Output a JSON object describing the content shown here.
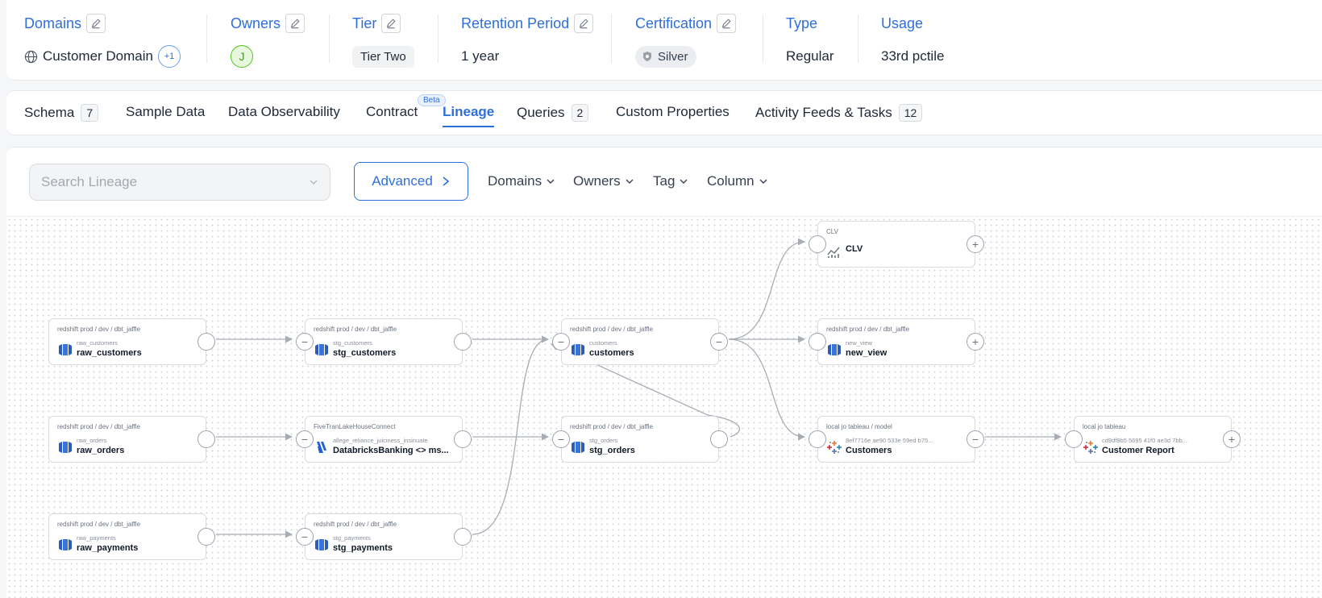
{
  "metadata": {
    "domains": {
      "label": "Domains",
      "value": "Customer Domain",
      "extra": "+1"
    },
    "owners": {
      "label": "Owners",
      "avatar": "J"
    },
    "tier": {
      "label": "Tier",
      "value": "Tier Two"
    },
    "retention": {
      "label": "Retention Period",
      "value": "1 year"
    },
    "certification": {
      "label": "Certification",
      "value": "Silver"
    },
    "type": {
      "label": "Type",
      "value": "Regular"
    },
    "usage": {
      "label": "Usage",
      "value": "33rd pctile"
    }
  },
  "tabs": [
    {
      "label": "Schema",
      "count": "7"
    },
    {
      "label": "Sample Data"
    },
    {
      "label": "Data Observability"
    },
    {
      "label": "Contract",
      "badge": "Beta"
    },
    {
      "label": "Lineage",
      "active": true
    },
    {
      "label": "Queries",
      "count": "2"
    },
    {
      "label": "Custom Properties"
    },
    {
      "label": "Activity Feeds & Tasks",
      "count": "12"
    }
  ],
  "toolbar": {
    "search_placeholder": "Search Lineage",
    "advanced_label": "Advanced",
    "filters": [
      "Domains",
      "Owners",
      "Tag",
      "Column"
    ]
  },
  "nodes": [
    {
      "id": "raw_customers",
      "path": "redshift prod  /  dev  /  dbt_jaffle",
      "fq": "raw_customers",
      "name": "raw_customers",
      "icon": "redshift-icon"
    },
    {
      "id": "raw_orders",
      "path": "redshift prod  /  dev  /  dbt_jaffle",
      "fq": "raw_orders",
      "name": "raw_orders",
      "icon": "redshift-icon"
    },
    {
      "id": "raw_payments",
      "path": "redshift prod  /  dev  /  dbt_jaffle",
      "fq": "raw_payments",
      "name": "raw_payments",
      "icon": "redshift-icon"
    },
    {
      "id": "stg_customers",
      "path": "redshift prod  /  dev  /  dbt_jaffle",
      "fq": "stg_customers",
      "name": "stg_customers",
      "icon": "redshift-icon"
    },
    {
      "id": "databricks",
      "path": "FiveTranLakeHouseConnect",
      "fq": "allege_reliance_juiciness_insinuate",
      "name": "DatabricksBanking <> ms...",
      "icon": "fivetran-icon"
    },
    {
      "id": "stg_payments",
      "path": "redshift prod  /  dev  /  dbt_jaffle",
      "fq": "stg_payments",
      "name": "stg_payments",
      "icon": "redshift-icon"
    },
    {
      "id": "customers",
      "path": "redshift prod  /  dev  /  dbt_jaffle",
      "fq": "customers",
      "name": "customers",
      "icon": "redshift-icon"
    },
    {
      "id": "stg_orders",
      "path": "redshift prod  /  dev  /  dbt_jaffle",
      "fq": "stg_orders",
      "name": "stg_orders",
      "icon": "redshift-icon"
    },
    {
      "id": "clv",
      "path": "CLV",
      "fq": "",
      "name": "CLV",
      "icon": "metric-icon"
    },
    {
      "id": "new_view",
      "path": "redshift prod  /  dev  /  dbt_jaffle",
      "fq": "new_view",
      "name": "new_view",
      "icon": "redshift-icon"
    },
    {
      "id": "tableau_customers",
      "path": "local  jo  tableau  /  model",
      "fq": "8ef7716e  ae90  533e  59ed  b75...",
      "name": "Customers",
      "icon": "tableau-icon"
    },
    {
      "id": "customer_report",
      "path": "local  jo  tableau",
      "fq": "cd9df9b5  5695  41f0  ae3d  7bb...",
      "name": "Customer Report",
      "icon": "tableau-icon"
    }
  ],
  "colors": {
    "accent": "#2f6fd8",
    "owner_green": "#52c41a",
    "edge": "#a8adb5"
  }
}
